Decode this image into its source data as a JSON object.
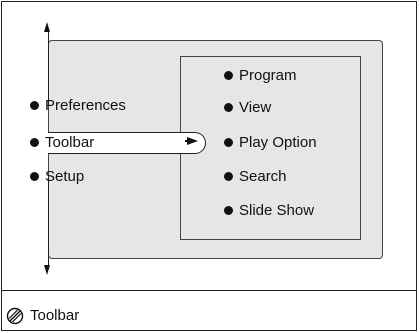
{
  "left_menu": {
    "items": [
      {
        "label": "Preferences"
      },
      {
        "label": "Toolbar",
        "selected": true
      },
      {
        "label": "Setup"
      }
    ]
  },
  "submenu": {
    "items": [
      {
        "label": "Program"
      },
      {
        "label": "View"
      },
      {
        "label": "Play Option"
      },
      {
        "label": "Search"
      },
      {
        "label": "Slide Show"
      }
    ]
  },
  "status_bar": {
    "icon": "prohibited-icon",
    "label": "Toolbar"
  }
}
